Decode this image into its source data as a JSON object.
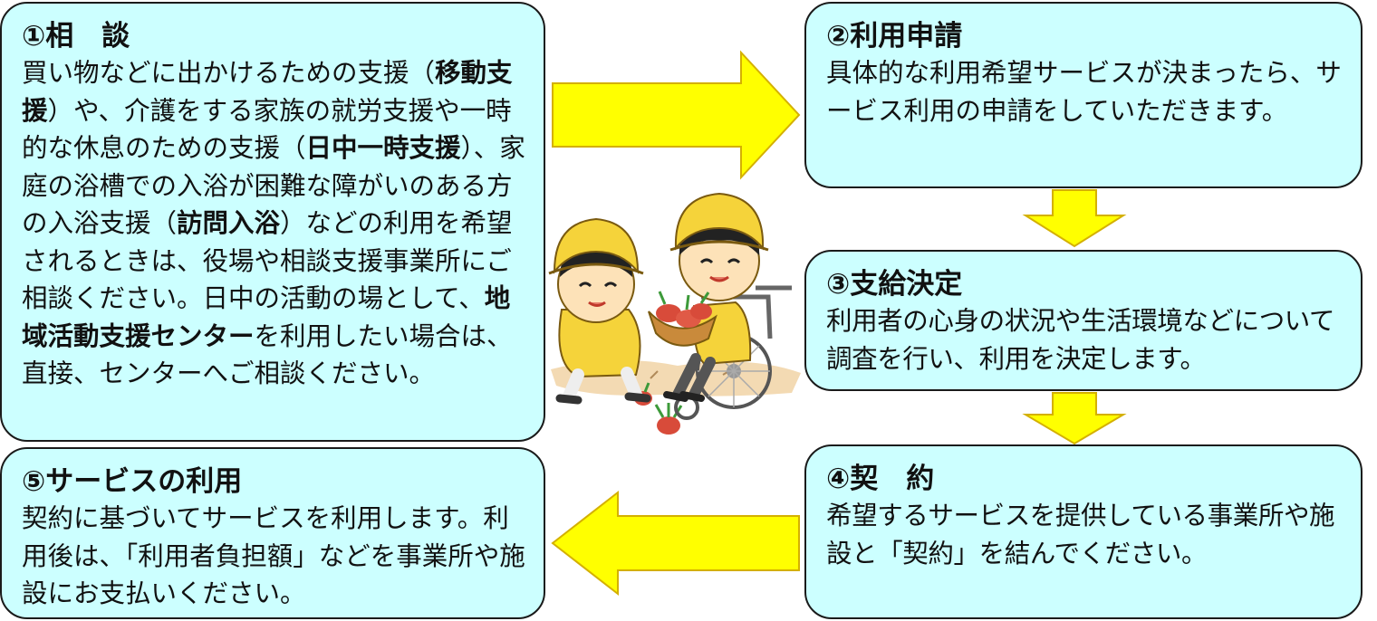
{
  "steps": {
    "s1": {
      "title": "①相　談",
      "segments": [
        {
          "t": "買い物などに出かけるための支援（",
          "b": false
        },
        {
          "t": "移動支援",
          "b": true
        },
        {
          "t": "）や、介護をする家族の就労支援や一時的な休息のための支援（",
          "b": false
        },
        {
          "t": "日中一時支援",
          "b": true
        },
        {
          "t": "）、家庭の浴槽での入浴が困難な障がいのある方の入浴支援（",
          "b": false
        },
        {
          "t": "訪問入浴",
          "b": true
        },
        {
          "t": "）などの利用を希望されるときは、役場や相談支援事業所にご相談ください。日中の活動の場として、",
          "b": false
        },
        {
          "t": "地域活動支援センター",
          "b": true
        },
        {
          "t": "を利用したい場合は、直接、センターへご相談ください。",
          "b": false
        }
      ]
    },
    "s2": {
      "title": "②利用申請",
      "body": "具体的な利用希望サービスが決まったら、サービス利用の申請をしていただきます。"
    },
    "s3": {
      "title": "③支給決定",
      "body": "利用者の心身の状況や生活環境などについて調査を行い、利用を決定します。"
    },
    "s4": {
      "title": "④契　約",
      "body": "希望するサービスを提供している事業所や施設と「契約」を結んでください。"
    },
    "s5": {
      "title": "⑤サービスの利用",
      "body": "契約に基づいてサービスを利用します。利用後は、「利用者負担額」などを事業所や施設にお支払いください。"
    }
  },
  "colors": {
    "box_fill": "#ccffff",
    "box_border": "#1a1a1a",
    "arrow_fill": "#ffff00",
    "arrow_stroke": "#d4b000"
  },
  "illustration": "children-harvesting-vegetables-with-wheelchair"
}
